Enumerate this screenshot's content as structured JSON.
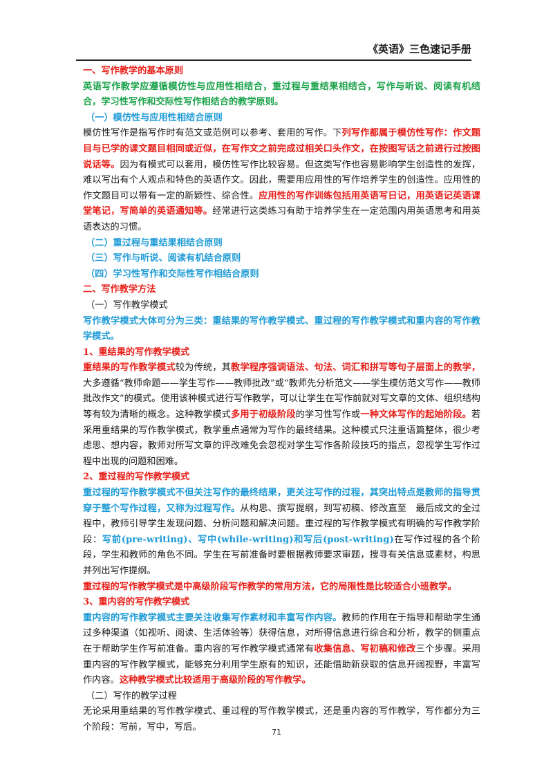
{
  "header": {
    "title": "《英语》三色速记手册"
  },
  "page_number": "71",
  "paragraphs": [
    [
      {
        "c": "r",
        "t": "一、写作教学的基本原则"
      }
    ],
    [
      {
        "c": "g",
        "t": "英语写作教学应遵循模仿性与应用性相结合，重过程与重结果相结合，写作与听说、阅读有机结合，学习性写作和交际性写作相结合的教学原则。"
      }
    ],
    [
      {
        "c": "b",
        "t": "（一）模仿性与应用性相结合原则"
      }
    ],
    [
      {
        "c": "",
        "t": "模仿性写作是指写作时有范文或范例可以参考、套用的写作。下"
      },
      {
        "c": "r",
        "t": "列写作都属于模仿性写作：作文题目与已学的课文题目相同或近似，在写作文之前完成过相关口头作文，在按图写话之前进行过按图说话等。"
      },
      {
        "c": "",
        "t": "因为有模式可以套用，模仿性写作比较容易。但这类写作也容易影响学生创造性的发挥，难以写出有个人观点和特色的英语作文。因此，需要用应用性的写作培养学生的创造性。应用性的作文题目可以带有一定的新颖性、综合性。"
      },
      {
        "c": "r",
        "t": "应用性的写作训练包括用英语写日记，用英语记英语课堂笔记，写简单的英语通知等。"
      },
      {
        "c": "",
        "t": "经常进行这类练习有助于培养学生在一定范围内用英语思考和用英语表达的习惯。"
      }
    ],
    [
      {
        "c": "b",
        "t": "（二）重过程与重结果相结合原则"
      }
    ],
    [
      {
        "c": "b",
        "t": "（三）写作与听说、阅读有机结合原则"
      }
    ],
    [
      {
        "c": "b",
        "t": "（四）学习性写作和交际性写作相结合原则"
      }
    ],
    [
      {
        "c": "r",
        "t": "二、写作教学方法"
      }
    ],
    [
      {
        "c": "",
        "t": "（一）写作教学模式"
      }
    ],
    [
      {
        "c": "b",
        "t": "写作教学模式大体可分为三类：重结果的写作教学模式、重过程的写作教学模式和重内容的写作教学模式。"
      }
    ],
    [
      {
        "c": "r",
        "t": "1、重结果的写作教学模式"
      }
    ],
    [
      {
        "c": "r",
        "t": "重结果的写作教学模式"
      },
      {
        "c": "",
        "t": "较为传统，其"
      },
      {
        "c": "r",
        "t": "教学程序强调语法、句法、词汇和拼写等句子层面上的教学，"
      },
      {
        "c": "",
        "t": "大多遵循“教师命题——学生写作——教师批改”或“教师先分析范文——学生模仿范文写作——教师批改作文”的模式。使用该种模式进行写作教学，可以让学生在写作前就对写文章的文体、组织结构等有较为清晰的概念。这种教学模式"
      },
      {
        "c": "r",
        "t": "多用于初级阶段"
      },
      {
        "c": "",
        "t": "的学习性写作或"
      },
      {
        "c": "r",
        "t": "一种文体写作的起始阶段。"
      },
      {
        "c": "",
        "t": "若采用重结果的写作教学模式，教学重点通常为写作的最终结果。这种模式只注重语篇整体，很少考虑思、想内容，教师对所写文章的评改难免会忽视对学生写作各阶段技巧的指点，忽视学生写作过程中出现的问题和困难。"
      }
    ],
    [
      {
        "c": "r",
        "t": "2、重过程的写作教学模式"
      }
    ],
    [
      {
        "c": "b",
        "t": "重过程的写作教学模式不但关注写作的最终结果，更关注写作的过程，其突出特点是教师的指导贯穿于整个写作过程，又称为过程写作。"
      },
      {
        "c": "",
        "t": "从构思、撰写提纲，到写初稿、修改直至　最后成文的全过程中，教师引导学生发现问题、分析问题和解决问题。重过程的写作教学模式有明确的写作教学阶段："
      },
      {
        "c": "b",
        "t": "写前(pre-writing)、写中(while-writing)和写后(post-writing)"
      },
      {
        "c": "",
        "t": "在写作过程的各个阶段，学生和教师的角色不同。学生在写前准备时要根据教师要求审题，搜寻有关信息或素材，构思并列出写作提纲。"
      }
    ],
    [
      {
        "c": "r",
        "t": "重过程的写作教学模式是中高级阶段写作教学的常用方法，它的局限性是比较适合小班教学。"
      }
    ],
    [
      {
        "c": "r",
        "t": "3、重内容的写作教学模式"
      }
    ],
    [
      {
        "c": "b",
        "t": "重内容的写作教学模式主要关注收集写作素材和丰富写作内容。"
      },
      {
        "c": "",
        "t": "教师的作用在于指导和帮助学生通过多种渠道（如视听、阅读、生活体验等）获得信息，对所得信息进行综合和分析，教学的侧重点在于帮助学生作写前准备。重内容的写作教学模式通常有"
      },
      {
        "c": "r",
        "t": "收集信息、写初稿和修改"
      },
      {
        "c": "",
        "t": "三个步骤。采用重内容的写作教学模式，能够充分利用学生原有的知识，还能借助新获取的信息开阔视野，丰富写作内容。"
      },
      {
        "c": "r",
        "t": "这种教学模式比较适用于高级阶段的写作教学。"
      }
    ],
    [
      {
        "c": "",
        "t": "（二）写作的教学过程"
      }
    ],
    [
      {
        "c": "",
        "t": "无论采用重结果的写作教学模式、重过程的写作教学模式，还是重内容的写作教学，写作都分为三个阶段：写前，写中，写后。"
      }
    ]
  ],
  "colors": {
    "red": "#e8201a",
    "green": "#1aa24a",
    "blue": "#1f9bd6",
    "text": "#1a1a1a"
  }
}
